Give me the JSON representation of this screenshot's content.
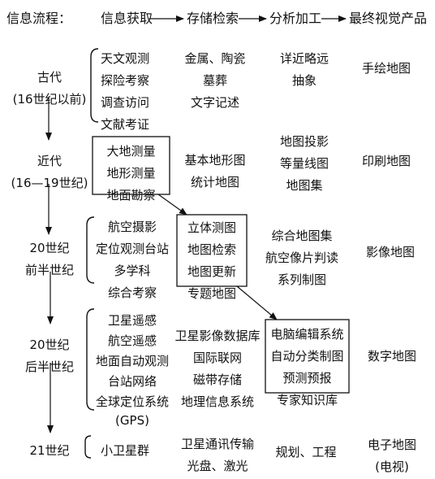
{
  "header": {
    "flow_label": "信息流程：",
    "stages": [
      "信息获取",
      "存储检索",
      "分析加工",
      "最终视觉产品"
    ]
  },
  "rows": [
    {
      "era": [
        "古代",
        "(16世纪以前)"
      ],
      "acquire": [
        "天文观测",
        "探险考察",
        "调查访问",
        "文献考证"
      ],
      "store": [
        "金属、陶瓷",
        "墓葬",
        "文字记述"
      ],
      "analyze": [
        "详近略远",
        "抽象"
      ],
      "product": [
        "手绘地图"
      ]
    },
    {
      "era": [
        "近代",
        "(16—19世纪)"
      ],
      "acquire": [
        "大地测量",
        "地形测量",
        "地面勘察"
      ],
      "store": [
        "基本地形图",
        "统计地图"
      ],
      "analyze": [
        "地图投影",
        "等量线图",
        "地图集"
      ],
      "product": [
        "印刷地图"
      ]
    },
    {
      "era": [
        "20世纪",
        "前半世纪"
      ],
      "acquire": [
        "航空摄影",
        "定位观测台站",
        "多学科",
        "综合考察"
      ],
      "store": [
        "立体测图",
        "地图检索",
        "地图更新",
        "专题地图"
      ],
      "analyze": [
        "综合地图集",
        "航空像片判读",
        "系列制图"
      ],
      "product": [
        "影像地图"
      ]
    },
    {
      "era": [
        "20世纪",
        "后半世纪"
      ],
      "acquire": [
        "卫星遥感",
        "航空遥感",
        "地面自动观测",
        "台站网络",
        "全球定位系统",
        "(GPS)"
      ],
      "store": [
        "卫星影像数据库",
        "国际联网",
        "磁带存储",
        "地理信息系统"
      ],
      "analyze": [
        "电脑编辑系统",
        "自动分类制图",
        "预测预报",
        "专家知识库"
      ],
      "product": [
        "数字地图"
      ]
    },
    {
      "era": [
        "21世纪"
      ],
      "acquire": [
        "小卫星群"
      ],
      "store": [
        "卫星通讯传输",
        "光盘、激光"
      ],
      "analyze": [
        "规划、工程"
      ],
      "product": [
        "电子地图",
        "(电视)"
      ]
    }
  ]
}
